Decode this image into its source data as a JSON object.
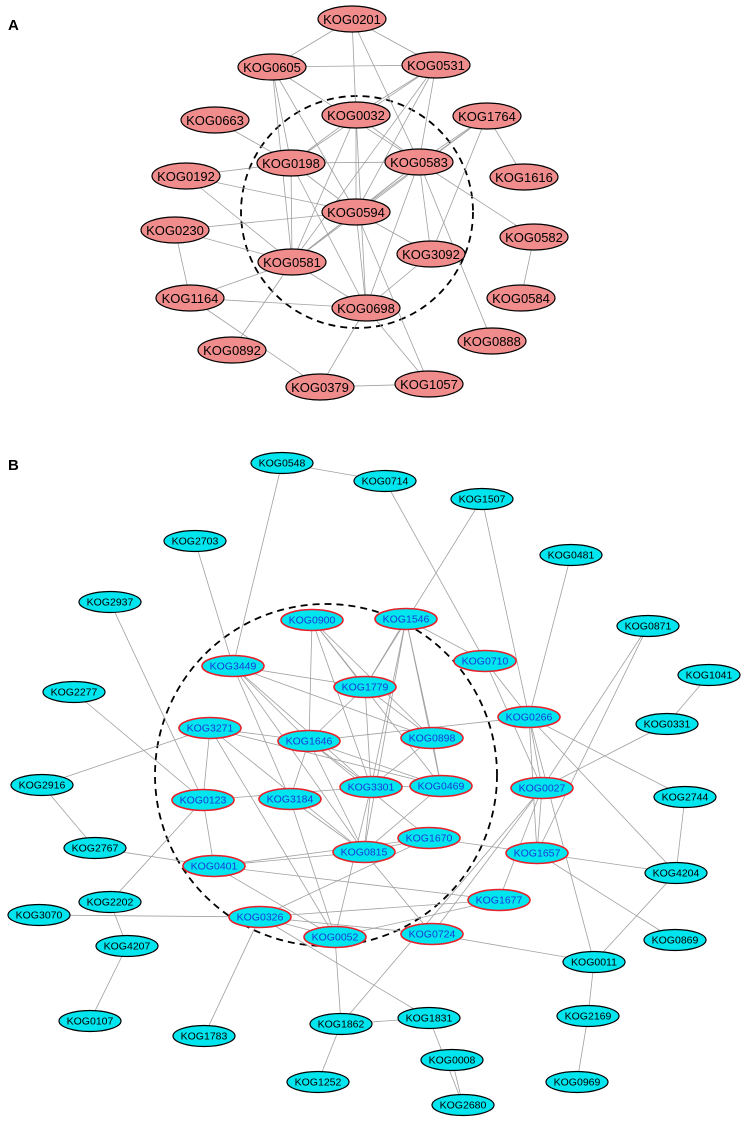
{
  "panel_a": {
    "label": "A",
    "fill": "#f08c8c",
    "stroke": "#000000",
    "text_color": "#000000",
    "nodes": [
      {
        "id": "KOG0201",
        "core": false
      },
      {
        "id": "KOG0605",
        "core": false
      },
      {
        "id": "KOG0531",
        "core": false
      },
      {
        "id": "KOG0663",
        "core": false
      },
      {
        "id": "KOG0032",
        "core": true
      },
      {
        "id": "KOG1764",
        "core": false
      },
      {
        "id": "KOG0198",
        "core": true
      },
      {
        "id": "KOG0583",
        "core": true
      },
      {
        "id": "KOG0192",
        "core": false
      },
      {
        "id": "KOG1616",
        "core": false
      },
      {
        "id": "KOG0594",
        "core": true
      },
      {
        "id": "KOG0230",
        "core": false
      },
      {
        "id": "KOG3092",
        "core": true
      },
      {
        "id": "KOG0582",
        "core": false
      },
      {
        "id": "KOG0581",
        "core": true
      },
      {
        "id": "KOG1164",
        "core": false
      },
      {
        "id": "KOG0698",
        "core": true
      },
      {
        "id": "KOG0584",
        "core": false
      },
      {
        "id": "KOG0892",
        "core": false
      },
      {
        "id": "KOG0888",
        "core": false
      },
      {
        "id": "KOG0379",
        "core": false
      },
      {
        "id": "KOG1057",
        "core": false
      }
    ],
    "edges": [
      [
        "KOG0201",
        "KOG0605"
      ],
      [
        "KOG0201",
        "KOG0531"
      ],
      [
        "KOG0201",
        "KOG0032"
      ],
      [
        "KOG0201",
        "KOG0583"
      ],
      [
        "KOG0605",
        "KOG0531"
      ],
      [
        "KOG0605",
        "KOG0198"
      ],
      [
        "KOG0605",
        "KOG0594"
      ],
      [
        "KOG0605",
        "KOG0583"
      ],
      [
        "KOG0605",
        "KOG0581"
      ],
      [
        "KOG0531",
        "KOG0032"
      ],
      [
        "KOG0531",
        "KOG0198"
      ],
      [
        "KOG0531",
        "KOG0583"
      ],
      [
        "KOG0531",
        "KOG0594"
      ],
      [
        "KOG0531",
        "KOG0581"
      ],
      [
        "KOG0663",
        "KOG0198"
      ],
      [
        "KOG0032",
        "KOG0198"
      ],
      [
        "KOG0032",
        "KOG0583"
      ],
      [
        "KOG0032",
        "KOG0594"
      ],
      [
        "KOG0032",
        "KOG0581"
      ],
      [
        "KOG0032",
        "KOG0698"
      ],
      [
        "KOG1764",
        "KOG0583"
      ],
      [
        "KOG1764",
        "KOG0594"
      ],
      [
        "KOG1764",
        "KOG1616"
      ],
      [
        "KOG1764",
        "KOG3092"
      ],
      [
        "KOG1764",
        "KOG0581"
      ],
      [
        "KOG0198",
        "KOG0583"
      ],
      [
        "KOG0198",
        "KOG0594"
      ],
      [
        "KOG0198",
        "KOG0581"
      ],
      [
        "KOG0198",
        "KOG0698"
      ],
      [
        "KOG0583",
        "KOG0594"
      ],
      [
        "KOG0583",
        "KOG0581"
      ],
      [
        "KOG0583",
        "KOG0698"
      ],
      [
        "KOG0583",
        "KOG0582"
      ],
      [
        "KOG0583",
        "KOG0888"
      ],
      [
        "KOG0583",
        "KOG3092"
      ],
      [
        "KOG0192",
        "KOG0198"
      ],
      [
        "KOG0192",
        "KOG0594"
      ],
      [
        "KOG0192",
        "KOG0581"
      ],
      [
        "KOG0594",
        "KOG0581"
      ],
      [
        "KOG0594",
        "KOG0698"
      ],
      [
        "KOG0594",
        "KOG3092"
      ],
      [
        "KOG0594",
        "KOG0230"
      ],
      [
        "KOG0594",
        "KOG1057"
      ],
      [
        "KOG0230",
        "KOG1164"
      ],
      [
        "KOG0230",
        "KOG0581"
      ],
      [
        "KOG3092",
        "KOG0698"
      ],
      [
        "KOG0582",
        "KOG0584"
      ],
      [
        "KOG0581",
        "KOG1164"
      ],
      [
        "KOG0581",
        "KOG0698"
      ],
      [
        "KOG0581",
        "KOG0892"
      ],
      [
        "KOG1164",
        "KOG0698"
      ],
      [
        "KOG1164",
        "KOG0379"
      ],
      [
        "KOG0698",
        "KOG0379"
      ],
      [
        "KOG0698",
        "KOG1057"
      ],
      [
        "KOG0379",
        "KOG1057"
      ]
    ]
  },
  "panel_b": {
    "label": "B",
    "fill": "#00e5ee",
    "stroke": "#000000",
    "core_stroke": "#e8202a",
    "text_color": "#000000",
    "core_text_color": "#1a3bd8",
    "nodes": [
      {
        "id": "KOG0548",
        "core": false
      },
      {
        "id": "KOG0714",
        "core": false
      },
      {
        "id": "KOG1507",
        "core": false
      },
      {
        "id": "KOG2703",
        "core": false
      },
      {
        "id": "KOG0481",
        "core": false
      },
      {
        "id": "KOG2937",
        "core": false
      },
      {
        "id": "KOG0900",
        "core": true
      },
      {
        "id": "KOG1546",
        "core": true
      },
      {
        "id": "KOG0871",
        "core": false
      },
      {
        "id": "KOG0710",
        "core": true
      },
      {
        "id": "KOG3449",
        "core": true
      },
      {
        "id": "KOG1041",
        "core": false
      },
      {
        "id": "KOG2277",
        "core": false
      },
      {
        "id": "KOG1779",
        "core": true
      },
      {
        "id": "KOG0331",
        "core": false
      },
      {
        "id": "KOG0266",
        "core": true
      },
      {
        "id": "KOG3271",
        "core": true
      },
      {
        "id": "KOG0898",
        "core": true
      },
      {
        "id": "KOG1646",
        "core": true
      },
      {
        "id": "KOG2916",
        "core": false
      },
      {
        "id": "KOG3301",
        "core": true
      },
      {
        "id": "KOG0469",
        "core": true
      },
      {
        "id": "KOG0027",
        "core": true
      },
      {
        "id": "KOG2744",
        "core": false
      },
      {
        "id": "KOG0123",
        "core": true
      },
      {
        "id": "KOG3184",
        "core": true
      },
      {
        "id": "KOG1670",
        "core": true
      },
      {
        "id": "KOG2767",
        "core": false
      },
      {
        "id": "KOG0815",
        "core": true
      },
      {
        "id": "KOG1657",
        "core": true
      },
      {
        "id": "KOG0401",
        "core": true
      },
      {
        "id": "KOG4204",
        "core": false
      },
      {
        "id": "KOG2202",
        "core": false
      },
      {
        "id": "KOG1677",
        "core": true
      },
      {
        "id": "KOG3070",
        "core": false
      },
      {
        "id": "KOG0326",
        "core": true
      },
      {
        "id": "KOG0724",
        "core": true
      },
      {
        "id": "KOG0052",
        "core": true
      },
      {
        "id": "KOG0869",
        "core": false
      },
      {
        "id": "KOG4207",
        "core": false
      },
      {
        "id": "KOG0011",
        "core": false
      },
      {
        "id": "KOG1831",
        "core": false
      },
      {
        "id": "KOG1862",
        "core": false
      },
      {
        "id": "KOG2169",
        "core": false
      },
      {
        "id": "KOG0107",
        "core": false
      },
      {
        "id": "KOG1783",
        "core": false
      },
      {
        "id": "KOG0008",
        "core": false
      },
      {
        "id": "KOG1252",
        "core": false
      },
      {
        "id": "KOG0969",
        "core": false
      },
      {
        "id": "KOG2680",
        "core": false
      }
    ],
    "edges": [
      [
        "KOG0548",
        "KOG0714"
      ],
      [
        "KOG0548",
        "KOG3449"
      ],
      [
        "KOG0714",
        "KOG0710"
      ],
      [
        "KOG1507",
        "KOG1779"
      ],
      [
        "KOG1507",
        "KOG0266"
      ],
      [
        "KOG2703",
        "KOG3449"
      ],
      [
        "KOG0481",
        "KOG0266"
      ],
      [
        "KOG2937",
        "KOG0123"
      ],
      [
        "KOG0900",
        "KOG1779"
      ],
      [
        "KOG0900",
        "KOG1646"
      ],
      [
        "KOG0900",
        "KOG0898"
      ],
      [
        "KOG0900",
        "KOG3301"
      ],
      [
        "KOG0900",
        "KOG0469"
      ],
      [
        "KOG1546",
        "KOG1779"
      ],
      [
        "KOG1546",
        "KOG0898"
      ],
      [
        "KOG1546",
        "KOG0710"
      ],
      [
        "KOG1546",
        "KOG3301"
      ],
      [
        "KOG1546",
        "KOG0469"
      ],
      [
        "KOG1546",
        "KOG0815"
      ],
      [
        "KOG0710",
        "KOG0266"
      ],
      [
        "KOG0710",
        "KOG0027"
      ],
      [
        "KOG0871",
        "KOG0027"
      ],
      [
        "KOG0871",
        "KOG1657"
      ],
      [
        "KOG3449",
        "KOG1779"
      ],
      [
        "KOG3449",
        "KOG1646"
      ],
      [
        "KOG3449",
        "KOG3184"
      ],
      [
        "KOG3449",
        "KOG3301"
      ],
      [
        "KOG3449",
        "KOG0815"
      ],
      [
        "KOG3449",
        "KOG0898"
      ],
      [
        "KOG1041",
        "KOG0331"
      ],
      [
        "KOG2277",
        "KOG0123"
      ],
      [
        "KOG1779",
        "KOG1646"
      ],
      [
        "KOG1779",
        "KOG0898"
      ],
      [
        "KOG1779",
        "KOG3301"
      ],
      [
        "KOG0331",
        "KOG0027"
      ],
      [
        "KOG0266",
        "KOG0027"
      ],
      [
        "KOG0266",
        "KOG1657"
      ],
      [
        "KOG0266",
        "KOG1646"
      ],
      [
        "KOG0266",
        "KOG2744"
      ],
      [
        "KOG0266",
        "KOG4204"
      ],
      [
        "KOG0266",
        "KOG0011"
      ],
      [
        "KOG3271",
        "KOG1646"
      ],
      [
        "KOG3271",
        "KOG0123"
      ],
      [
        "KOG3271",
        "KOG0815"
      ],
      [
        "KOG3271",
        "KOG0469"
      ],
      [
        "KOG3271",
        "KOG2916"
      ],
      [
        "KOG3271",
        "KOG0052"
      ],
      [
        "KOG0898",
        "KOG3301"
      ],
      [
        "KOG0898",
        "KOG0469"
      ],
      [
        "KOG1646",
        "KOG3184"
      ],
      [
        "KOG1646",
        "KOG3301"
      ],
      [
        "KOG1646",
        "KOG0469"
      ],
      [
        "KOG1646",
        "KOG0815"
      ],
      [
        "KOG1646",
        "KOG1670"
      ],
      [
        "KOG2916",
        "KOG2767"
      ],
      [
        "KOG3301",
        "KOG0815"
      ],
      [
        "KOG3301",
        "KOG0469"
      ],
      [
        "KOG3301",
        "KOG0052"
      ],
      [
        "KOG0469",
        "KOG0815"
      ],
      [
        "KOG0027",
        "KOG1657"
      ],
      [
        "KOG0027",
        "KOG0724"
      ],
      [
        "KOG0027",
        "KOG1862"
      ],
      [
        "KOG2744",
        "KOG4204"
      ],
      [
        "KOG0123",
        "KOG3301"
      ],
      [
        "KOG0123",
        "KOG0401"
      ],
      [
        "KOG0123",
        "KOG2202"
      ],
      [
        "KOG3184",
        "KOG0815"
      ],
      [
        "KOG3184",
        "KOG0052"
      ],
      [
        "KOG1670",
        "KOG0815"
      ],
      [
        "KOG1670",
        "KOG0401"
      ],
      [
        "KOG1670",
        "KOG0326"
      ],
      [
        "KOG1670",
        "KOG1657"
      ],
      [
        "KOG0815",
        "KOG0401"
      ],
      [
        "KOG0815",
        "KOG0724"
      ],
      [
        "KOG1657",
        "KOG4204"
      ],
      [
        "KOG1657",
        "KOG0869"
      ],
      [
        "KOG0401",
        "KOG2767"
      ],
      [
        "KOG0401",
        "KOG1677"
      ],
      [
        "KOG0401",
        "KOG0052"
      ],
      [
        "KOG1677",
        "KOG0326"
      ],
      [
        "KOG1677",
        "KOG0027"
      ],
      [
        "KOG3070",
        "KOG0326"
      ],
      [
        "KOG0326",
        "KOG0052"
      ],
      [
        "KOG0326",
        "KOG1831"
      ],
      [
        "KOG0326",
        "KOG1783"
      ],
      [
        "KOG0326",
        "KOG0724"
      ],
      [
        "KOG0052",
        "KOG1677"
      ],
      [
        "KOG0052",
        "KOG1862"
      ],
      [
        "KOG0724",
        "KOG0011"
      ],
      [
        "KOG2202",
        "KOG4207"
      ],
      [
        "KOG4207",
        "KOG0107"
      ],
      [
        "KOG0011",
        "KOG2169"
      ],
      [
        "KOG0011",
        "KOG4204"
      ],
      [
        "KOG1831",
        "KOG1862"
      ],
      [
        "KOG1831",
        "KOG2680"
      ],
      [
        "KOG1862",
        "KOG1252"
      ],
      [
        "KOG2169",
        "KOG0969"
      ],
      [
        "KOG0008",
        "KOG2680"
      ]
    ]
  }
}
